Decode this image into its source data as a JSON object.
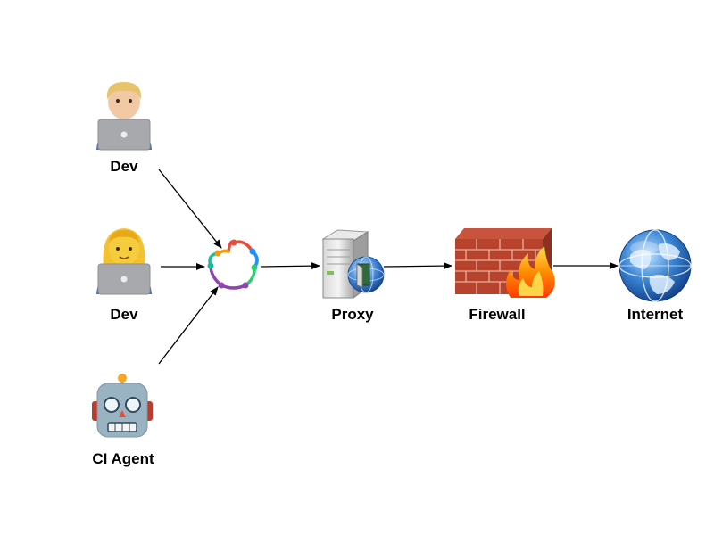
{
  "nodes": {
    "dev1": {
      "label": "Dev"
    },
    "dev2": {
      "label": "Dev"
    },
    "ci_agent": {
      "label": "CI Agent"
    },
    "proxy": {
      "label": "Proxy"
    },
    "firewall": {
      "label": "Firewall"
    },
    "internet": {
      "label": "Internet"
    }
  },
  "icons": {
    "dev1": "man-technologist-icon",
    "dev2": "woman-technologist-icon",
    "ci_agent": "robot-icon",
    "hub": "pipeline-loop-icon",
    "proxy": "proxy-server-icon",
    "firewall": "firewall-icon",
    "internet": "globe-icon"
  },
  "colors": {
    "arrow": "#000000",
    "label": "#000000"
  }
}
